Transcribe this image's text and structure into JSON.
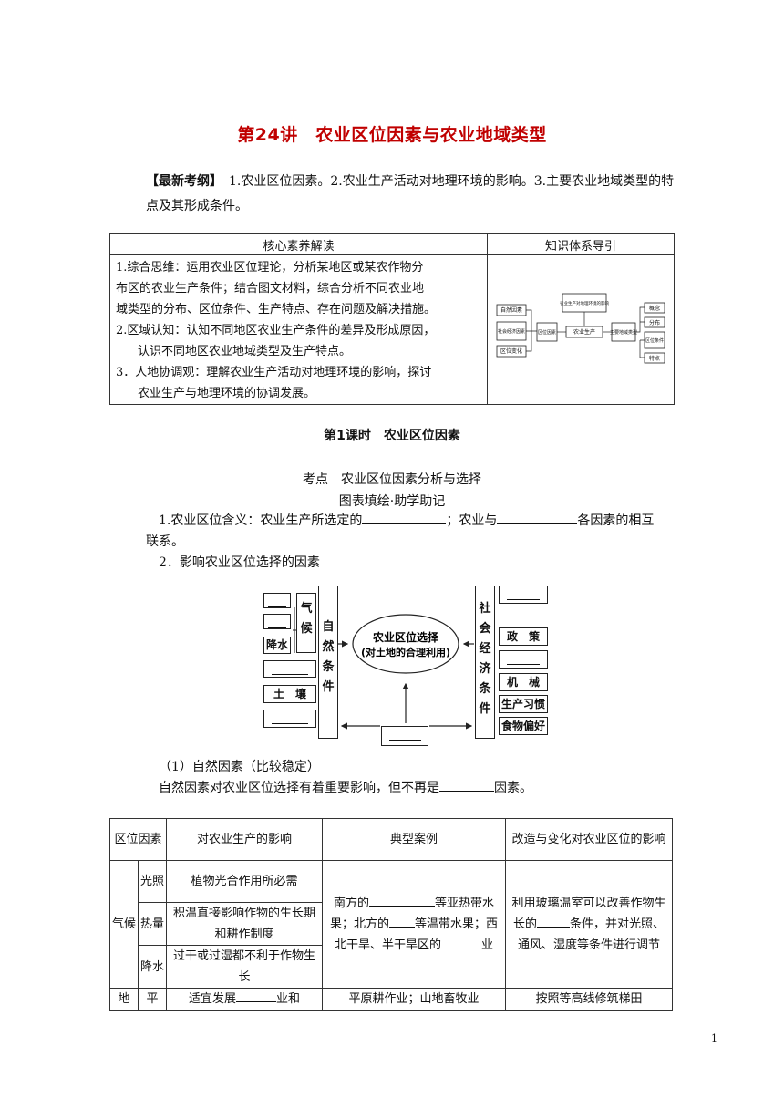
{
  "title": "第24讲　农业区位因素与农业地域类型",
  "outline": {
    "tag": "【最新考纲】",
    "text": "　1.农业区位因素。2.农业生产活动对地理环境的影响。3.主要农业地域类型的特点及其形成条件。"
  },
  "table1": {
    "head_left": "核心素养解读",
    "head_right": "知识体系导引",
    "lines": [
      "1.综合思维：运用农业区位理论，分析某地区或某农作物分",
      "布区的农业生产条件；结合图文材料，综合分析不同农业地",
      "域类型的分布、区位条件、生产特点、存在问题及解决措施。",
      "2.区域认知：认知不同地区农业生产条件的差异及形成原因，",
      "认识不同地区农业地域类型及生产特点。",
      "3．人地协调观：理解农业生产活动对地理环境的影响，探讨",
      "农业生产与地理环境的协调发展。"
    ],
    "map": {
      "n_natural": "自然因素",
      "n_social": "社会经济因素",
      "n_change": "区位变化",
      "n_location": "区位因素",
      "n_production": "农业生产",
      "n_impact": "农业生产对地理环境的影响",
      "n_types": "主要地域类型",
      "n_concept": "概念",
      "n_distribution": "分布",
      "n_conditions": "区位条件",
      "n_features": "特点"
    }
  },
  "lesson": "第1课时　农业区位因素",
  "topic": "考点　农业区位因素分析与选择",
  "subtopic": "图表填绘·助学助记",
  "p1_a": "1.农业区位含义：农业生产所选定的",
  "p1_b": "；农业与",
  "p1_c": "各因素的相互",
  "p1_d": "联系。",
  "p2": "2．影响农业区位选择的因素",
  "diagram": {
    "natural_col": [
      "自",
      "然",
      "条",
      "件"
    ],
    "social_col": [
      "社",
      "会",
      "经",
      "济",
      "条",
      "件"
    ],
    "climate_col": [
      "气",
      "候"
    ],
    "rain": "降水",
    "soil": "土　壤",
    "policy": "政　策",
    "machine": "机　械",
    "habit": "生产习惯",
    "food": "食物偏好",
    "center_1": "农业区位选择",
    "center_2": "(对土地的合理利用)"
  },
  "s1": "（1）自然因素（比较稳定）",
  "s1_text_a": "自然因素对农业区位选择有着重要影响，但不再是",
  "s1_text_b": "因素。",
  "table2": {
    "h1": "区位因素",
    "h2": "对农业生产的影响",
    "h3": "典型案例",
    "h4": "改造与变化对农业区位的影响",
    "climate": "气候",
    "light": "光照",
    "heat": "热量",
    "rain": "降水",
    "light_eff": "植物光合作用所必需",
    "heat_eff": "积温直接影响作物的生长期和耕作制度",
    "rain_eff": "过干或过湿都不利于作物生长",
    "case_a": "南方的",
    "case_b": "等亚热带水果；北方的",
    "case_c": "等温带水果；西北干旱、半干旱区的",
    "case_d": "业",
    "change_a": "利用玻璃温室可以改善作物生长的",
    "change_b": "条件，并对光照、通风、湿度等条件进行调节",
    "terrain": "地",
    "flat": "平",
    "flat_eff_a": "适宜发展",
    "flat_eff_b": "业和",
    "flat_case": "平原耕作业；山地畜牧业",
    "flat_change": "按照等高线修筑梯田"
  },
  "page_number": "1"
}
